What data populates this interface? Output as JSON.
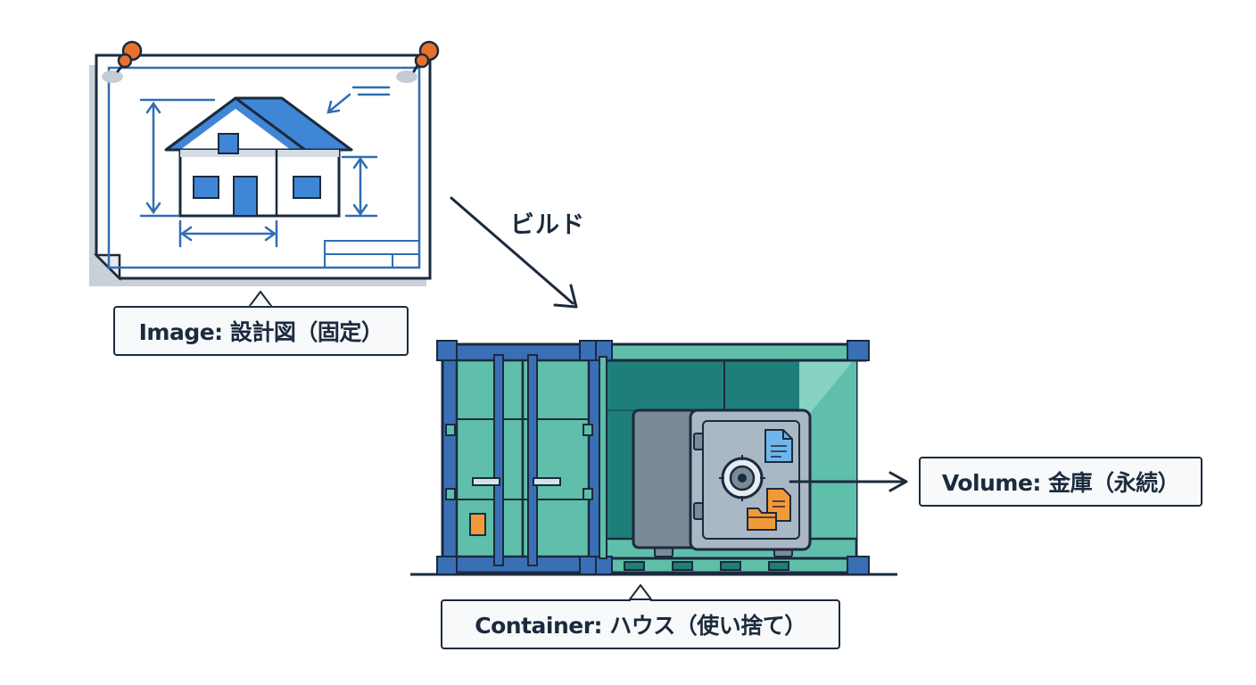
{
  "labels": {
    "image": "Image: 設計図（固定）",
    "volume": "Volume: 金庫（永続）",
    "container": "Container: ハウス（使い捨て）",
    "build": "ビルド"
  },
  "colors": {
    "outline": "#1b2a3e",
    "blueprint_line": "#2f6db4",
    "house_blue": "#3f86d6",
    "container_teal": "#5fbfaa",
    "container_dark": "#1e7f7a",
    "container_blue": "#3a6fb5",
    "safe_gray": "#a9b8c4",
    "pin_orange": "#e8722c",
    "folder_orange": "#f29a38"
  },
  "icons": [
    "pushpin-icon",
    "house-blueprint-icon",
    "shipping-container-icon",
    "safe-icon",
    "document-icon",
    "folder-icon",
    "arrow-icon"
  ]
}
